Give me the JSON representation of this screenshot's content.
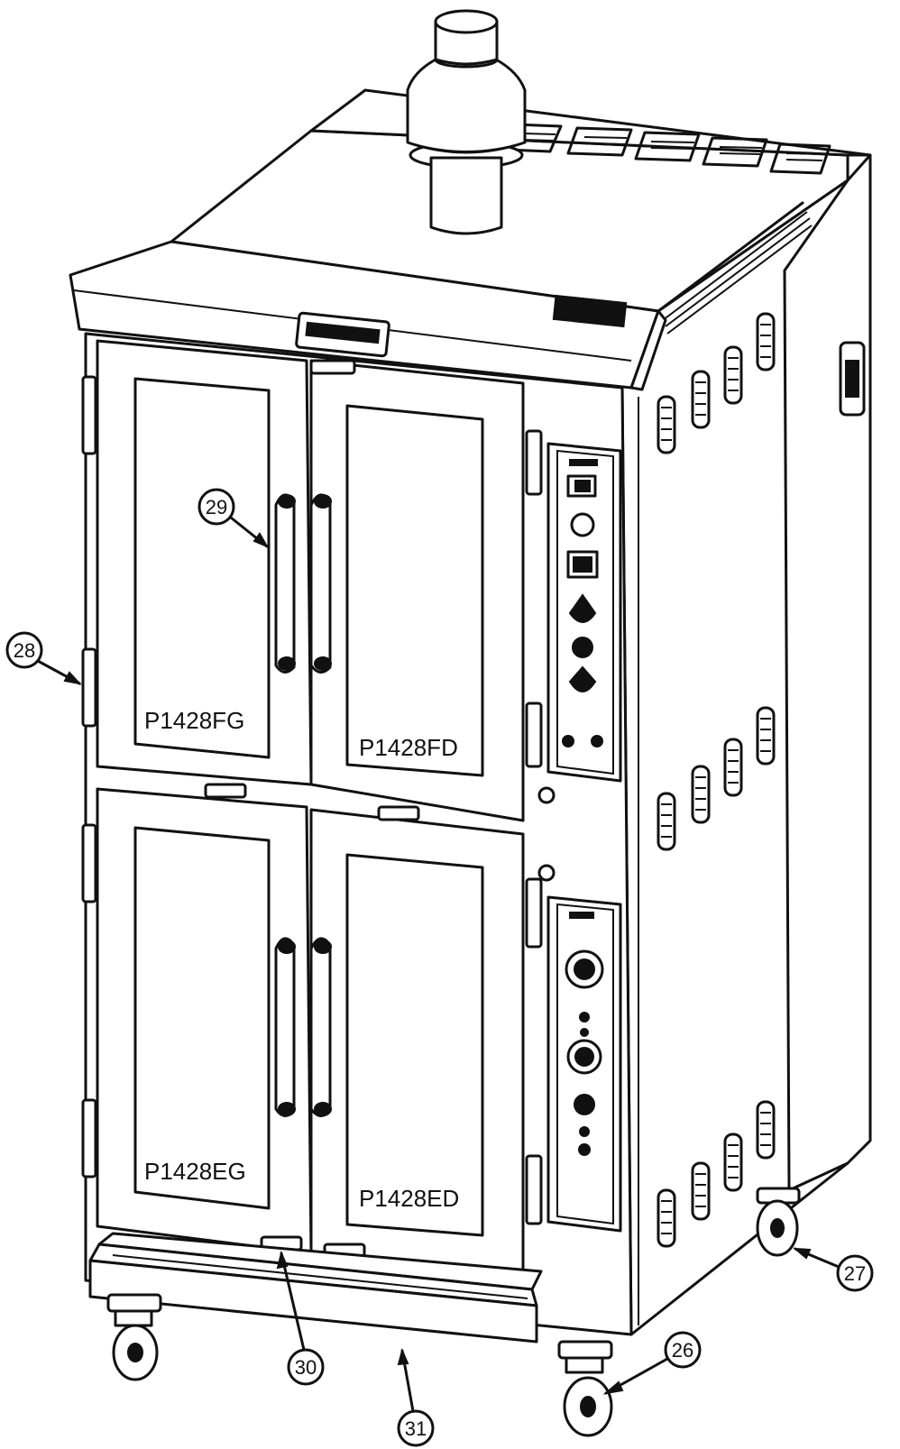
{
  "door_labels": {
    "upper_left": "P1428FG",
    "upper_right": "P1428FD",
    "lower_left": "P1428EG",
    "lower_right": "P1428ED"
  },
  "callouts": {
    "c26": "26",
    "c27": "27",
    "c28": "28",
    "c29": "29",
    "c30": "30",
    "c31": "31"
  }
}
